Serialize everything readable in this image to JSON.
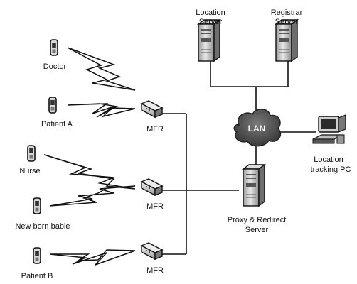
{
  "devices": {
    "doctor": "Doctor",
    "patient_a": "Patient A",
    "nurse": "Nurse",
    "new_born": "New born babie",
    "patient_b": "Patient B"
  },
  "routers": {
    "mfr_top": "MFR",
    "mfr_mid": "MFR",
    "mfr_bot": "MFR"
  },
  "servers": {
    "location_l1": "Location",
    "location_l2": "Server",
    "registrar_l1": "Registrar",
    "registrar_l2": "Server",
    "proxy_l1": "Proxy & Redirect",
    "proxy_l2": "Server"
  },
  "network": {
    "lan": "LAN"
  },
  "pc": {
    "l1": "Location",
    "l2": "tracking PC"
  }
}
